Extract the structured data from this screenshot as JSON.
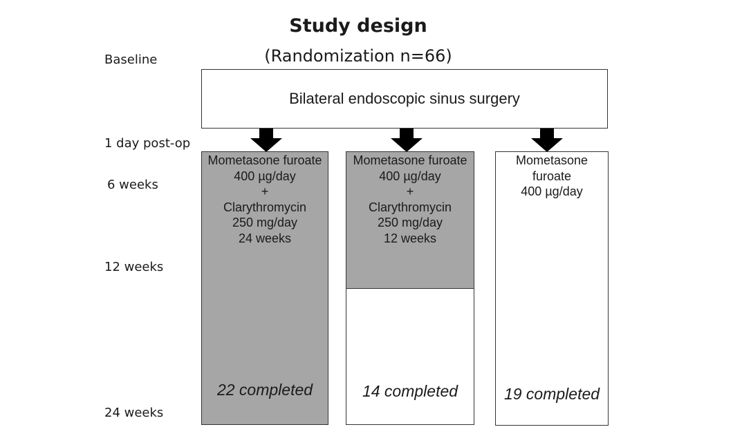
{
  "title": "Study design",
  "subtitle": "(Randomization n=66)",
  "timeline": {
    "baseline": "Baseline",
    "day1": "1 day post-op",
    "week6": "6 weeks",
    "week12": "12 weeks",
    "week24": "24 weeks"
  },
  "surgery": "Bilateral endoscopic sinus surgery",
  "arms": [
    {
      "lines": [
        "Mometasone furoate",
        "400 µg/day",
        "+",
        "Clarythromycin",
        "250 mg/day",
        "24 weeks"
      ],
      "completed": "22 completed",
      "treatment_weeks": 24
    },
    {
      "lines": [
        "Mometasone furoate",
        "400 µg/day",
        "+",
        "Clarythromycin",
        "250 mg/day",
        "12 weeks"
      ],
      "completed": "14 completed",
      "treatment_weeks": 12
    },
    {
      "lines": [
        "Mometasone",
        "furoate",
        "400 µg/day"
      ],
      "completed": "19 completed",
      "treatment_weeks": 0
    }
  ],
  "colors": {
    "fill": "#a6a6a6",
    "border": "#333333",
    "arrow": "#000000"
  }
}
